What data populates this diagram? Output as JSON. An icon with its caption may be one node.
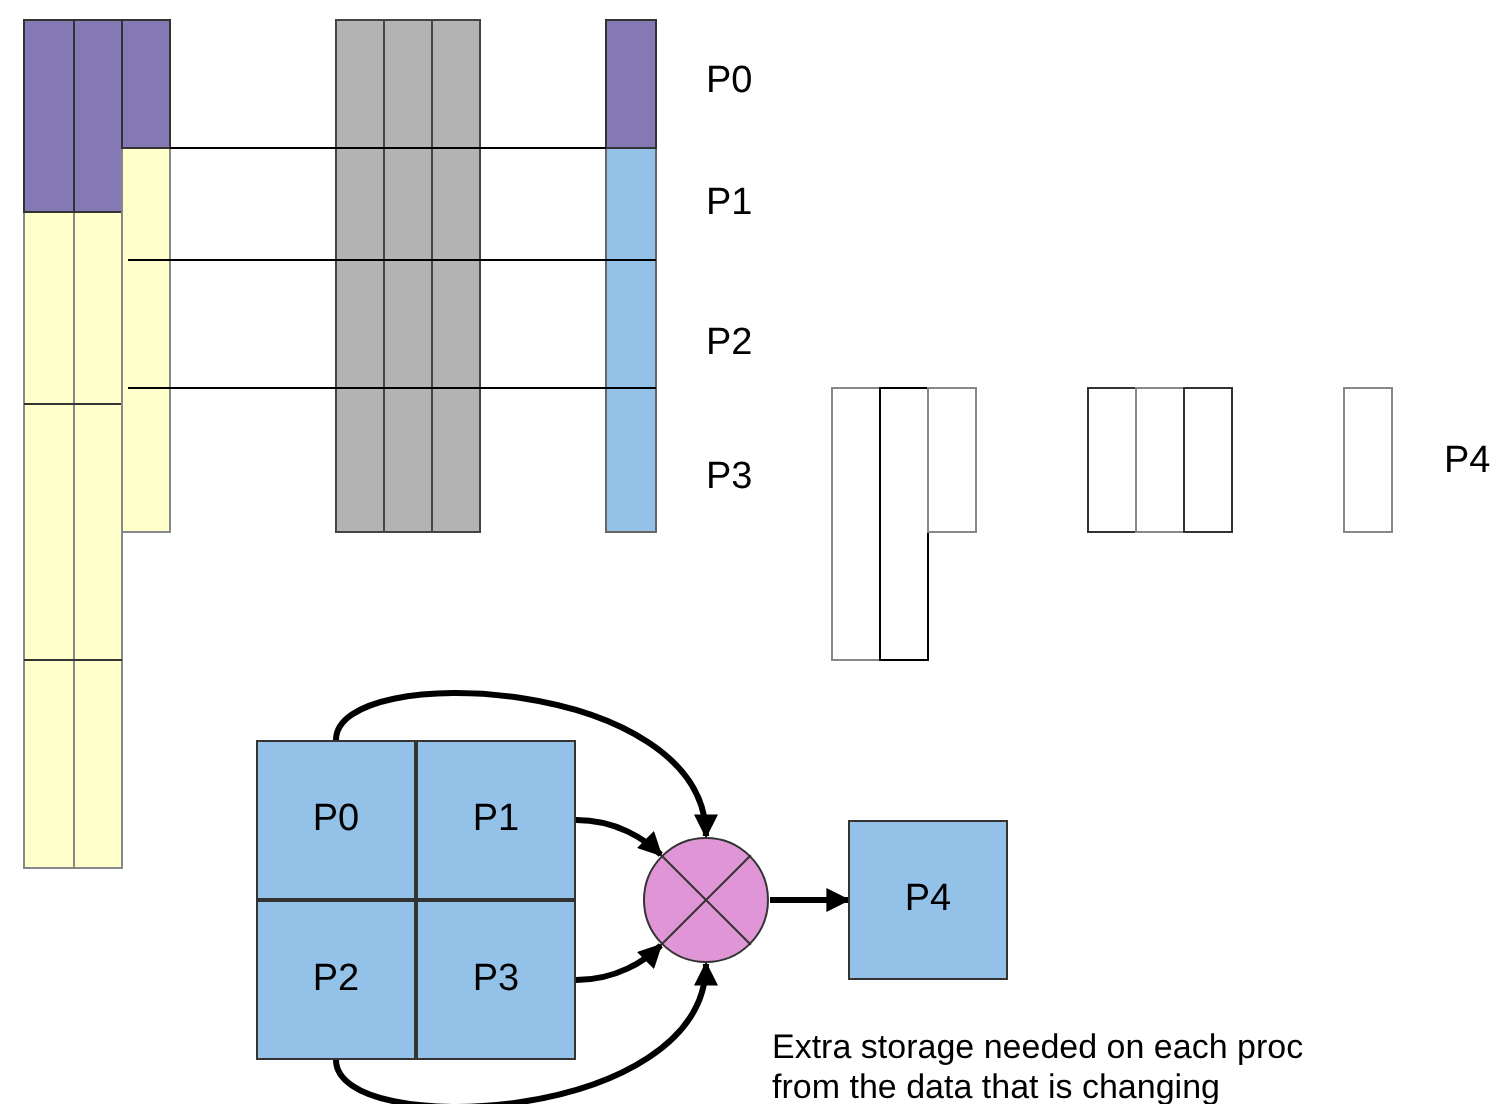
{
  "diagram": {
    "nodes": [
      {
        "text": [
          "P0"
        ]
      },
      {
        "text": [
          "P1"
        ]
      },
      {
        "text": [
          "P2"
        ]
      },
      {
        "text": [
          "P3"
        ]
      },
      {
        "text": [],
        "shape": "circle"
      },
      {
        "text": [
          "P4"
        ]
      }
    ],
    "edges": [
      {
        "from": 0,
        "to": 4,
        "arrow": "to"
      },
      {
        "from": 1,
        "to": 4,
        "arrow": "to"
      },
      {
        "from": 3,
        "to": 4,
        "arrow": "to"
      },
      {
        "from": 2,
        "to": 4,
        "arrow": "to"
      },
      {
        "from": 4,
        "to": 5,
        "arrow": "to"
      }
    ],
    "labels": [
      "P0",
      "P1",
      "P2",
      "P3",
      "P4",
      "Extra storage needed on each proc from the data that is changing"
    ]
  }
}
